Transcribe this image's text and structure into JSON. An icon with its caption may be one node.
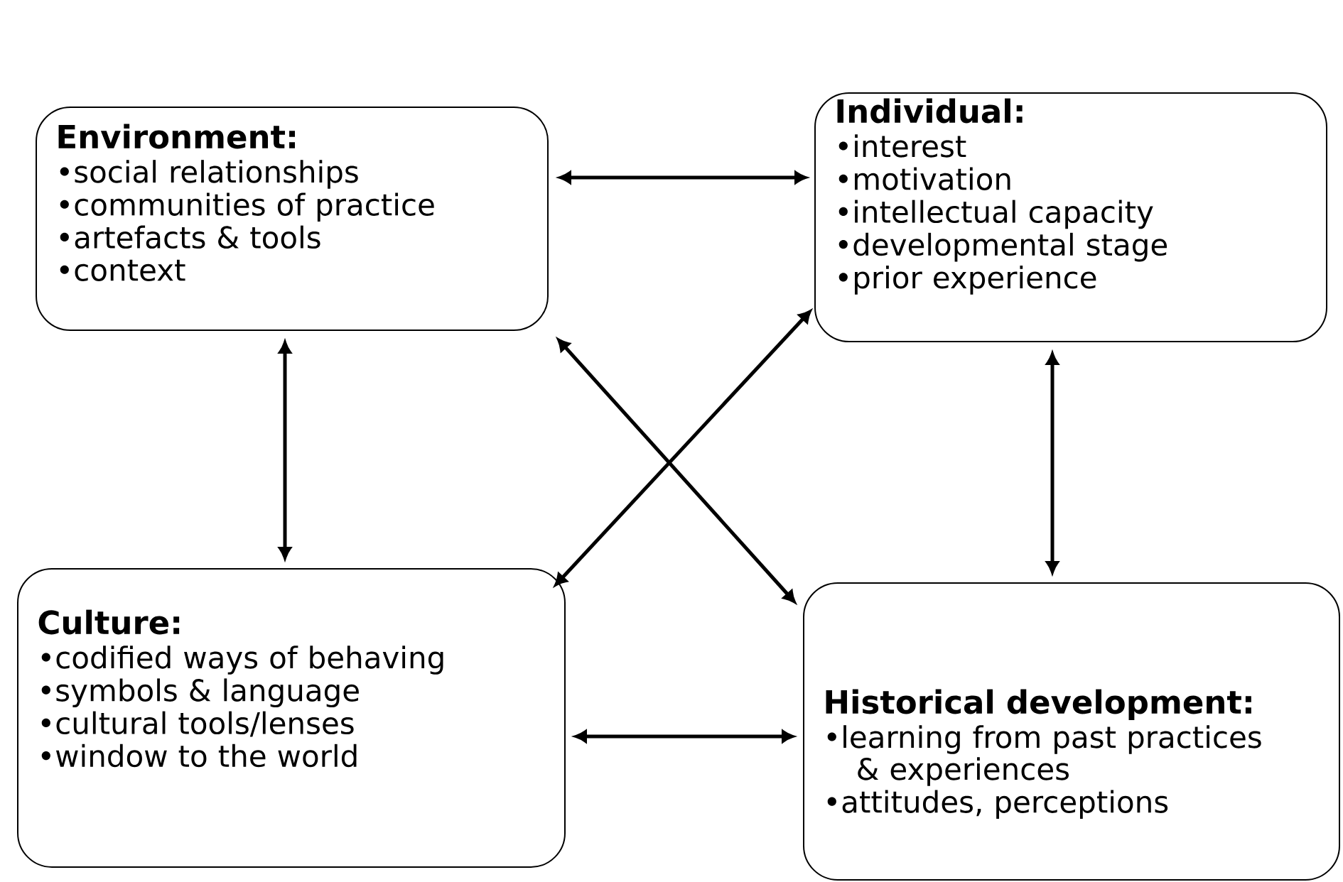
{
  "diagram": {
    "nodes": [
      {
        "text": [
          "Environment:",
          "•social relationships",
          "•communities of practice",
          "•artefacts & tools",
          "•context"
        ]
      },
      {
        "text": [
          "Individual:",
          "•interest",
          "•motivation",
          "•intellectual capacity",
          "•developmental stage",
          "•prior experience"
        ]
      },
      {
        "text": [
          "Culture:",
          "•codified ways of behaving",
          "•symbols & language",
          "•cultural tools/lenses",
          "•window to the world"
        ]
      },
      {
        "text": [
          "Historical development:",
          "•learning from past practices & experiences",
          "•attitudes, perceptions"
        ]
      }
    ],
    "edges": [
      {
        "from": 0,
        "to": 1,
        "arrow": "both"
      },
      {
        "from": 0,
        "to": 2,
        "arrow": "both"
      },
      {
        "from": 1,
        "to": 3,
        "arrow": "both"
      },
      {
        "from": 0,
        "to": 3,
        "arrow": "both"
      },
      {
        "from": 1,
        "to": 2,
        "arrow": "both"
      },
      {
        "from": 2,
        "to": 3,
        "arrow": "both"
      }
    ]
  }
}
